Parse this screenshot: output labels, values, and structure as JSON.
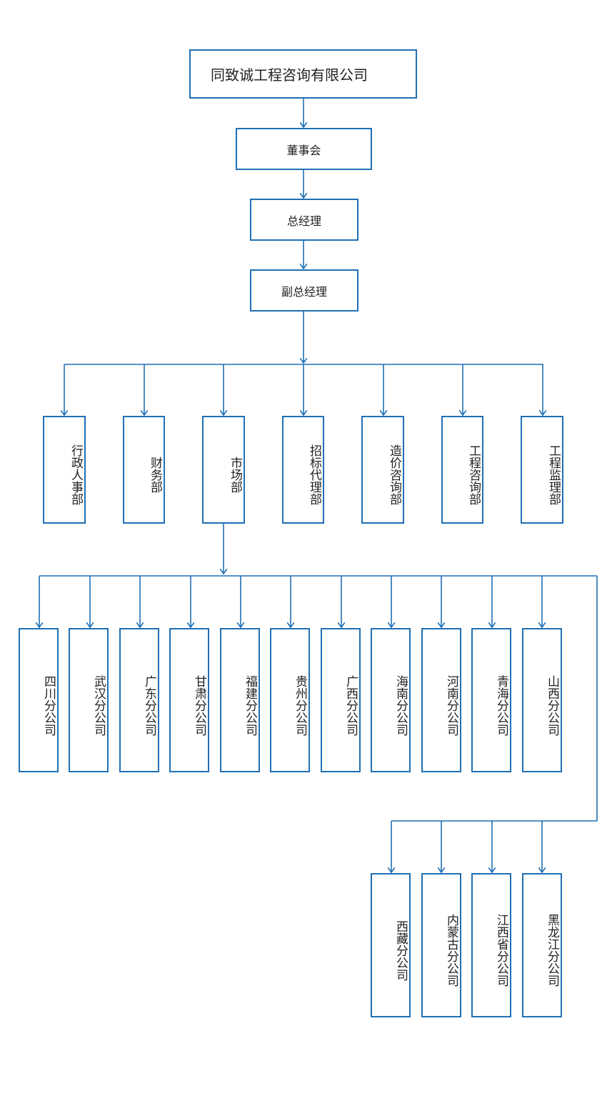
{
  "company": "同致诚工程咨询有限公司",
  "board": "董事会",
  "general_manager": "总经理",
  "deputy_manager": "副总经理",
  "departments": [
    "行政人事部",
    "财务部",
    "市场部",
    "招标代理部",
    "造价咨询部",
    "工程咨询部",
    "工程监理部"
  ],
  "branches_row1": [
    "四川分公司",
    "武汉分公司",
    "广东分公司",
    "甘肃分公司",
    "福建分公司",
    "贵州分公司",
    "广西分公司",
    "海南分公司",
    "河南分公司",
    "青海分公司",
    "山西分公司"
  ],
  "branches_row2": [
    "西藏分公司",
    "内蒙古分公司",
    "江西省分公司",
    "黑龙江分公司"
  ],
  "colors": {
    "line": "#1f6fb5",
    "border": "#1f6fb5",
    "text": "#222222"
  }
}
